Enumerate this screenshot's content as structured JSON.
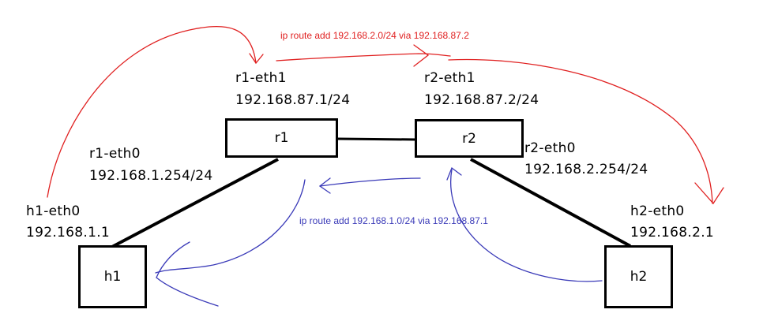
{
  "nodes": {
    "r1": {
      "label": "r1"
    },
    "r2": {
      "label": "r2"
    },
    "h1": {
      "label": "h1"
    },
    "h2": {
      "label": "h2"
    }
  },
  "interfaces": {
    "r1_eth1": {
      "name": "r1-eth1",
      "ip": "192.168.87.1/24"
    },
    "r2_eth1": {
      "name": "r2-eth1",
      "ip": "192.168.87.2/24"
    },
    "r1_eth0": {
      "name": "r1-eth0",
      "ip": "192.168.1.254/24"
    },
    "r2_eth0": {
      "name": "r2-eth0",
      "ip": "192.168.2.254/24"
    },
    "h1_eth0": {
      "name": "h1-eth0",
      "ip": "192.168.1.1"
    },
    "h2_eth0": {
      "name": "h2-eth0",
      "ip": "192.168.2.1"
    }
  },
  "routes": {
    "r1": {
      "command": "ip route add 192.168.2.0/24 via 192.168.87.2",
      "color": "#e02020"
    },
    "r2": {
      "command": "ip route add 192.168.1.0/24 via 192.168.87.1",
      "color": "#3a3ab8"
    }
  }
}
